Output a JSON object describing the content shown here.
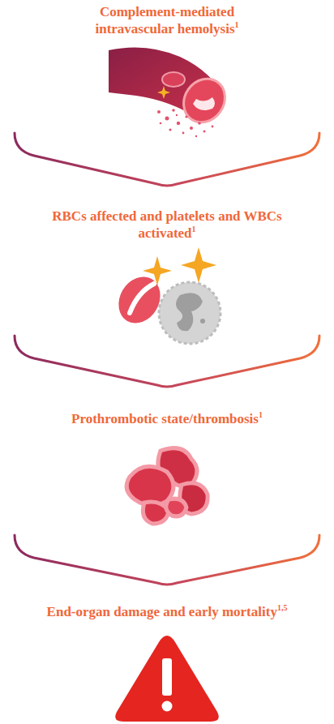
{
  "diagram": {
    "nodes": [
      {
        "text": [
          "Complement-mediated intravascular hemolysis"
        ]
      },
      {
        "text": [
          "RBCs affected and platelets and WBCs activated"
        ]
      },
      {
        "text": [
          "Prothrombotic state/thrombosis"
        ]
      },
      {
        "text": [
          "End-organ damage and early mortality"
        ]
      }
    ],
    "edges": [
      {
        "from": 0,
        "to": 1,
        "arrow": "none"
      },
      {
        "from": 1,
        "to": 2,
        "arrow": "none"
      },
      {
        "from": 2,
        "to": 3,
        "arrow": "none"
      }
    ],
    "labels": [
      "1",
      "1",
      "1",
      "1,5"
    ]
  }
}
